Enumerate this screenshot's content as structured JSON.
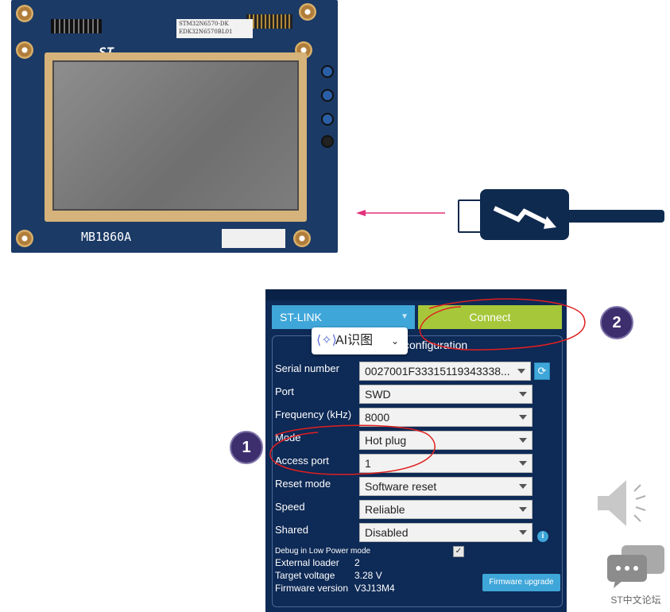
{
  "board": {
    "model_label": "MB1860A",
    "chip_label": "STM32N6570-DK\nEDK32N6570BL01",
    "logo_text": "ST"
  },
  "panel": {
    "interface_select": "ST-LINK",
    "connect_button": "Connect",
    "config_title": "configuration",
    "rows": [
      {
        "label": "Serial number",
        "value": "0027001F33315119343338..."
      },
      {
        "label": "Port",
        "value": "SWD"
      },
      {
        "label": "Frequency (kHz)",
        "value": "8000"
      },
      {
        "label": "Mode",
        "value": "Hot plug"
      },
      {
        "label": "Access port",
        "value": "1"
      },
      {
        "label": "Reset mode",
        "value": "Software reset"
      },
      {
        "label": "Speed",
        "value": "Reliable"
      },
      {
        "label": "Shared",
        "value": "Disabled"
      }
    ],
    "debug_low_power": {
      "label": "Debug in Low Power mode",
      "checked": "✓"
    },
    "external_loader": {
      "label": "External loader",
      "value": "2"
    },
    "target_voltage": {
      "label": "Target voltage",
      "value": "3.28 V"
    },
    "firmware_version": {
      "label": "Firmware version",
      "value": "V3J13M4"
    },
    "firmware_upgrade_button": "Firmware upgrade",
    "refresh_icon": "refresh-icon",
    "info_icon": "info-icon"
  },
  "ai_popup": {
    "label": "AI识图"
  },
  "annotations": {
    "step1": "1",
    "step2": "2",
    "accent": "#3d2f6e",
    "circle_color": "#e02020"
  },
  "forum": {
    "label": "ST中文论坛"
  },
  "colors": {
    "panel_bg": "#0e2a56",
    "connect_green": "#a6c73a",
    "stlink_blue": "#3fa6d9",
    "arrow_pink": "#e0307a"
  }
}
